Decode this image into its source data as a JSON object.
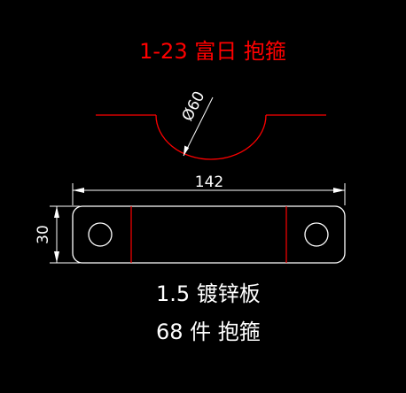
{
  "title": "1-23 富日 抱箍",
  "dimensions": {
    "diameter": "Ø60",
    "length": "142",
    "height": "30"
  },
  "notes": {
    "material": "1.5 镀锌板",
    "quantity": "68 件 抱箍"
  },
  "colors": {
    "background": "#000000",
    "title": "#ff0000",
    "profile": "#ff0000",
    "outline": "#ffffff",
    "dimension": "#ffffff",
    "text": "#ffffff"
  }
}
